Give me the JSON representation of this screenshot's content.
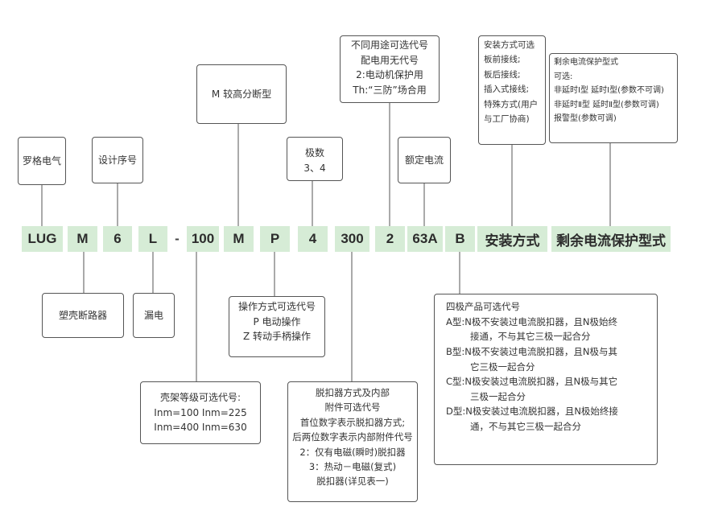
{
  "codes": [
    {
      "id": "lug",
      "text": "LUG"
    },
    {
      "id": "m1",
      "text": "M"
    },
    {
      "id": "six",
      "text": "6"
    },
    {
      "id": "l",
      "text": "L"
    },
    {
      "id": "dash",
      "text": "-"
    },
    {
      "id": "c100",
      "text": "100"
    },
    {
      "id": "m2",
      "text": "M"
    },
    {
      "id": "p",
      "text": "P"
    },
    {
      "id": "four",
      "text": "4"
    },
    {
      "id": "c300",
      "text": "300"
    },
    {
      "id": "two",
      "text": "2"
    },
    {
      "id": "a63",
      "text": "63A"
    },
    {
      "id": "b",
      "text": "B"
    },
    {
      "id": "install",
      "text": "安装方式"
    },
    {
      "id": "residual",
      "text": "剩余电流保护型式"
    }
  ],
  "brand": "罗格电气",
  "design_no": "设计序号",
  "breaking": "M 较高分断型",
  "poles": {
    "title": "极数",
    "values": "3、4"
  },
  "rated_current": "额定电流",
  "purpose": [
    "不同用途可选代号",
    "配电用无代号",
    "2:电动机保护用",
    "Th:“三防”场合用"
  ],
  "install_options": [
    "安装方式可选",
    "板前接线;",
    "板后接线;",
    "插入式接线;",
    "特殊方式(用户",
    "与工厂协商)"
  ],
  "residual_options": [
    "剩余电流保护型式",
    "可选:",
    "非延时Ⅰ型  延时Ⅰ型(参数不可调)",
    "非延时Ⅱ型  延时Ⅱ型(参数可调)",
    "报警型(参数可调)"
  ],
  "mccb": "塑壳断路器",
  "leakage": "漏电",
  "operation": [
    "操作方式可选代号",
    "P 电动操作",
    "Z 转动手柄操作"
  ],
  "frame": [
    "壳架等级可选代号:",
    "Inm=100   Inm=225",
    "Inm=400   Inm=630"
  ],
  "release": [
    "脱扣器方式及内部",
    "附件可选代号",
    "首位数字表示脱扣器方式;",
    "后两位数字表示内部附件代号",
    "2：仅有电磁(瞬时)脱扣器",
    "3：热动－电磁(复式)",
    "脱扣器(详见表一)"
  ],
  "four_pole": [
    "四极产品可选代号",
    "A型:N极不安装过电流脱扣器，且N极始终",
    "接通，不与其它三极一起合分",
    "B型:N极不安装过电流脱扣器，且N极与其",
    "它三极一起合分",
    "C型:N极安装过电流脱扣器，且N极与其它",
    "三极一起合分",
    "D型:N极安装过电流脱扣器，且N极始终接",
    "通，不与其它三极一起合分"
  ]
}
